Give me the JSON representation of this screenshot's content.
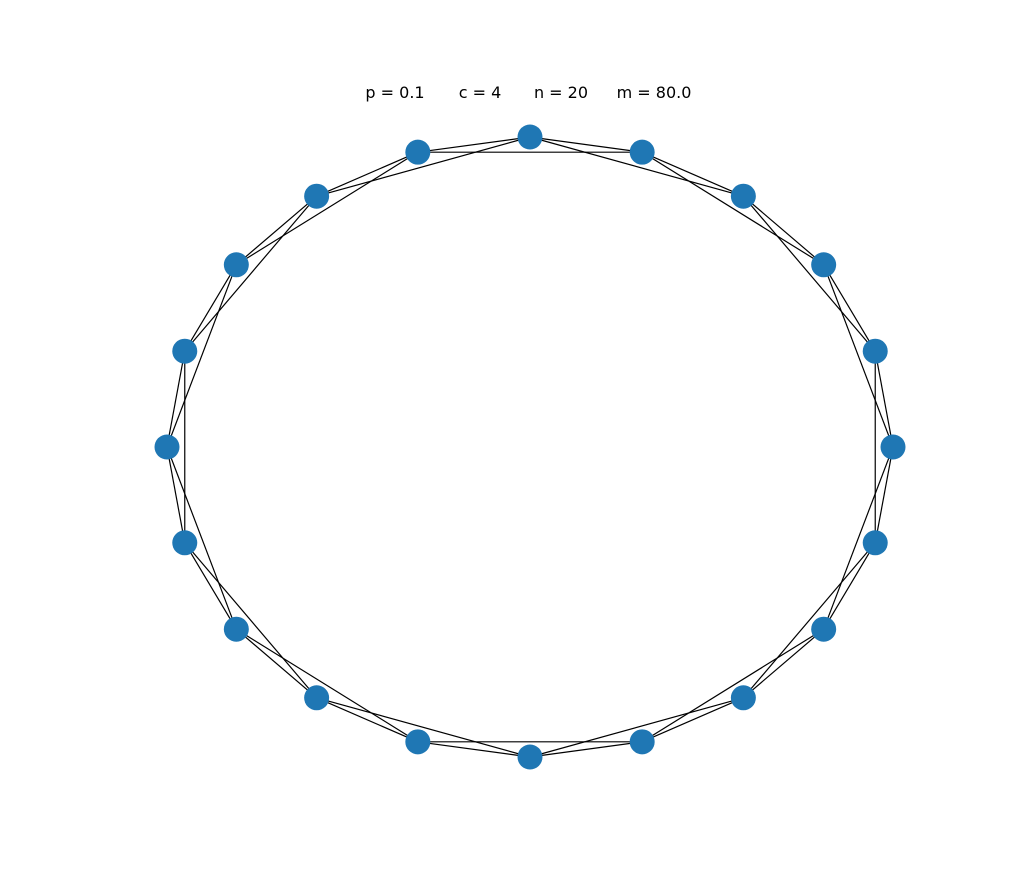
{
  "title": {
    "p": "p = 0.1",
    "c": "c = 4",
    "n": "n = 20",
    "m": "m = 80.0"
  },
  "graph": {
    "layout": "circular",
    "node_count": 20,
    "node_color": "#1f77b4",
    "edge_color": "#000000",
    "edges": [
      [
        0,
        1
      ],
      [
        0,
        2
      ],
      [
        1,
        2
      ],
      [
        1,
        3
      ],
      [
        2,
        3
      ],
      [
        2,
        4
      ],
      [
        3,
        4
      ],
      [
        3,
        5
      ],
      [
        4,
        5
      ],
      [
        4,
        6
      ],
      [
        5,
        6
      ],
      [
        5,
        7
      ],
      [
        6,
        7
      ],
      [
        6,
        8
      ],
      [
        7,
        8
      ],
      [
        7,
        9
      ],
      [
        8,
        9
      ],
      [
        8,
        10
      ],
      [
        9,
        10
      ],
      [
        9,
        11
      ],
      [
        10,
        11
      ],
      [
        10,
        12
      ],
      [
        11,
        12
      ],
      [
        11,
        13
      ],
      [
        12,
        13
      ],
      [
        12,
        14
      ],
      [
        13,
        14
      ],
      [
        13,
        15
      ],
      [
        14,
        15
      ],
      [
        14,
        16
      ],
      [
        15,
        16
      ],
      [
        15,
        17
      ],
      [
        16,
        17
      ],
      [
        16,
        18
      ],
      [
        17,
        18
      ],
      [
        17,
        19
      ],
      [
        18,
        19
      ],
      [
        18,
        0
      ],
      [
        19,
        0
      ],
      [
        19,
        1
      ]
    ]
  }
}
